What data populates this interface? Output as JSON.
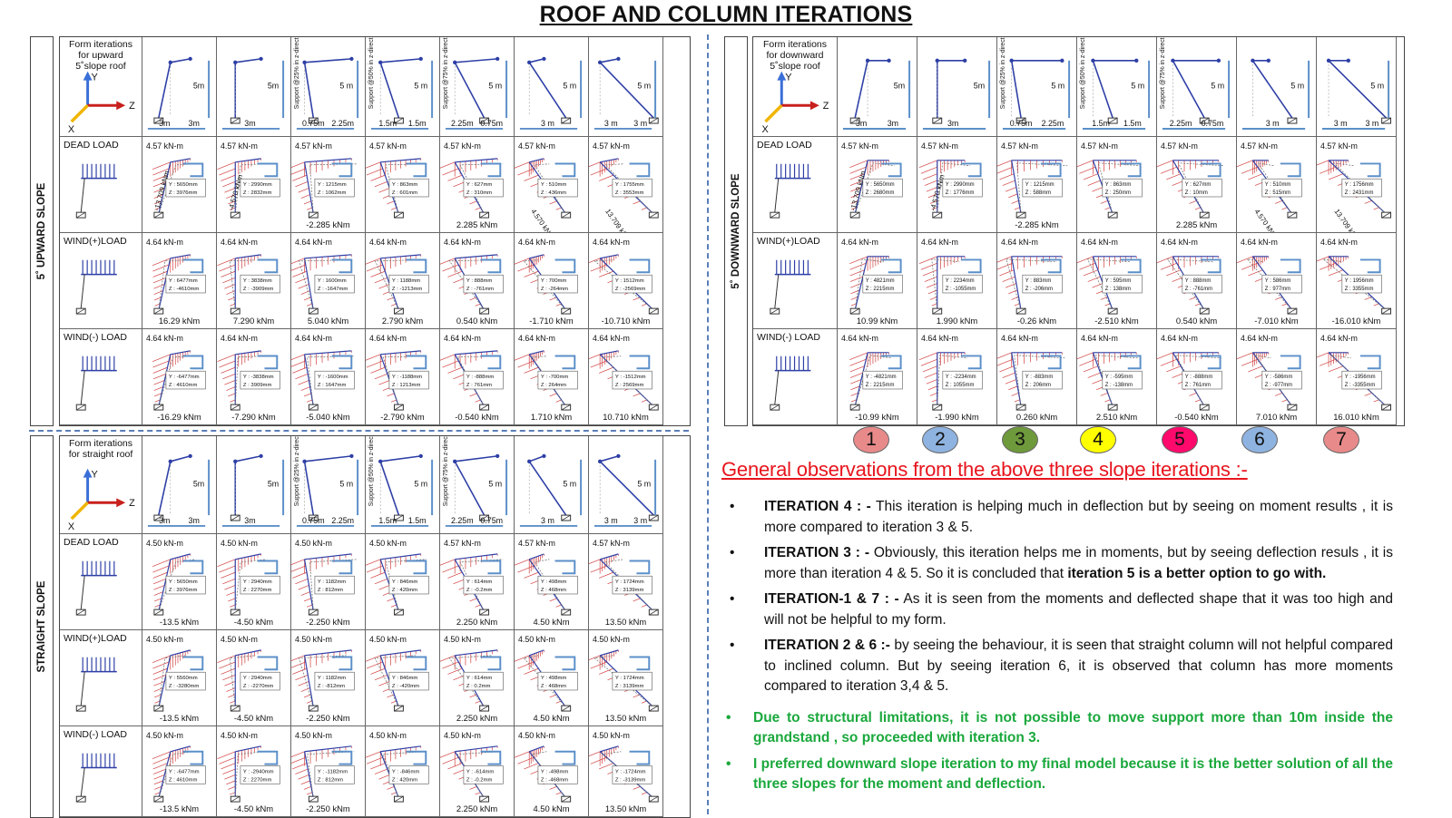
{
  "title": "ROOF AND COLUMN ITERATIONS",
  "colors": {
    "accent_red": "#e8141d",
    "green": "#1aa83c",
    "frame_blue": "#2e3fa6",
    "dim_blue": "#5b8fc9",
    "diagram_red": "#d23c3c"
  },
  "panels": [
    {
      "id": "upward",
      "side_label": "5˚ UPWARD SLOPE",
      "form_label": [
        "Form iterations",
        "for upward",
        "5˚slope roof"
      ],
      "axes": {
        "y": "Y",
        "z": "Z",
        "x": "X"
      },
      "form_dims": [
        {
          "left": "3m",
          "right": "3m",
          "h": "5m",
          "side": ""
        },
        {
          "left": "3m",
          "right": "",
          "h": "5m",
          "side": ""
        },
        {
          "left": "0.75m",
          "right": "2.25m",
          "h": "5 m",
          "side": "Support @25% in z-direction"
        },
        {
          "left": "1.5m",
          "right": "1.5m",
          "h": "5 m",
          "side": "Support @50% in z-direction"
        },
        {
          "left": "2.25m",
          "right": "0.75m",
          "h": "5 m",
          "side": "Support @75% in z-direction"
        },
        {
          "left": "3 m",
          "right": "",
          "h": "5 m",
          "side": ""
        },
        {
          "left": "3 m",
          "right": "3 m",
          "h": "5 m",
          "side": ""
        }
      ],
      "rows": [
        {
          "label": "DEAD LOAD",
          "cells": [
            {
              "top": "4.57 kN-m",
              "side": "-13.709 kNm",
              "bottom": "",
              "y": "Y : 5650mm",
              "z": "Z : 3976mm"
            },
            {
              "top": "4.57 kN-m",
              "side": "-4.570 kNm",
              "bottom": "",
              "y": "Y : 2990mm",
              "z": "Z : 2832mm"
            },
            {
              "top": "4.57 kN-m",
              "side": "",
              "bottom": "-2.285 kNm",
              "y": "Y : 1215mm",
              "z": "Z : 1062mm"
            },
            {
              "top": "4.57 kN-m",
              "side": "",
              "bottom": "",
              "y": "Y : 863mm",
              "z": "Z : 601mm"
            },
            {
              "top": "4.57 kN-m",
              "side": "",
              "bottom": "2.285 kNm",
              "y": "Y : 627mm",
              "z": "Z : 310mm"
            },
            {
              "top": "4.57 kN-m",
              "side": "4.570 kNm",
              "bottom": "",
              "y": "Y : 510mm",
              "z": "Z : 436mm"
            },
            {
              "top": "4.57 kN-m",
              "side": "13.709 kNm",
              "bottom": "",
              "y": "Y : 1755mm",
              "z": "Z : 3553mm"
            }
          ]
        },
        {
          "label": "WIND(+)LOAD",
          "cells": [
            {
              "top": "4.64 kN-m",
              "side": "",
              "bottom": "16.29 kNm",
              "y": "Y : 6477mm",
              "z": "Z : -4610mm"
            },
            {
              "top": "4.64 kN-m",
              "side": "",
              "bottom": "7.290 kNm",
              "y": "Y : 3838mm",
              "z": "Z : -3909mm"
            },
            {
              "top": "4.64 kN-m",
              "side": "",
              "bottom": "5.040 kNm",
              "y": "Y : 1600mm",
              "z": "Z : -1647mm"
            },
            {
              "top": "4.64 kN-m",
              "side": "",
              "bottom": "2.790 kNm",
              "y": "Y : 1188mm",
              "z": "Z : -1213mm"
            },
            {
              "top": "4.64 kN-m",
              "side": "",
              "bottom": "0.540 kNm",
              "y": "Y : 888mm",
              "z": "Z : -761mm"
            },
            {
              "top": "4.64 kN-m",
              "side": "",
              "bottom": "-1.710 kNm",
              "y": "Y : 700mm",
              "z": "Z : -264mm"
            },
            {
              "top": "4.64 kN-m",
              "side": "",
              "bottom": "-10.710 kNm",
              "y": "Y : 1512mm",
              "z": "Z : -2569mm"
            }
          ]
        },
        {
          "label": "WIND(-) LOAD",
          "cells": [
            {
              "top": "4.64 kN-m",
              "side": "",
              "bottom": "-16.29 kNm",
              "y": "Y : -6477mm",
              "z": "Z : 4610mm"
            },
            {
              "top": "4.64 kN-m",
              "side": "",
              "bottom": "-7.290 kNm",
              "y": "Y : -3838mm",
              "z": "Z : 3909mm"
            },
            {
              "top": "4.64 kN-m",
              "side": "",
              "bottom": "-5.040 kNm",
              "y": "Y : -1600mm",
              "z": "Z : 1647mm"
            },
            {
              "top": "4.64 kN-m",
              "side": "",
              "bottom": "-2.790 kNm",
              "y": "Y : -1188mm",
              "z": "Z : 1213mm"
            },
            {
              "top": "4.64 kN-m",
              "side": "",
              "bottom": "-0.540 kNm",
              "y": "Y : -888mm",
              "z": "Z : 761mm"
            },
            {
              "top": "4.64 kN-m",
              "side": "",
              "bottom": "1.710 kNm",
              "y": "Y : -700mm",
              "z": "Z : 264mm"
            },
            {
              "top": "4.64 kN-m",
              "side": "",
              "bottom": "10.710 kNm",
              "y": "Y : -1512mm",
              "z": "Z : 2569mm"
            }
          ]
        }
      ]
    },
    {
      "id": "downward",
      "side_label": "5˚ DOWNWARD SLOPE",
      "form_label": [
        "Form iterations",
        "for downward",
        "5˚slope roof"
      ],
      "axes": {
        "y": "Y",
        "z": "Z",
        "x": "X"
      },
      "form_dims": [
        {
          "left": "3m",
          "right": "3m",
          "h": "5m",
          "side": ""
        },
        {
          "left": "3m",
          "right": "",
          "h": "5m",
          "side": ""
        },
        {
          "left": "0.75m",
          "right": "2.25m",
          "h": "5 m",
          "side": "Support @25% in z-direction"
        },
        {
          "left": "1.5m",
          "right": "1.5m",
          "h": "5 m",
          "side": "Support @50% in z-direction"
        },
        {
          "left": "2.25m",
          "right": "0.75m",
          "h": "5 m",
          "side": "Support @75% in z-direction"
        },
        {
          "left": "3 m",
          "right": "",
          "h": "5 m",
          "side": ""
        },
        {
          "left": "3 m",
          "right": "3 m",
          "h": "5 m",
          "side": ""
        }
      ],
      "rows": [
        {
          "label": "DEAD LOAD",
          "cells": [
            {
              "top": "4.57 kN-m",
              "side": "-13.709 kNm",
              "bottom": "",
              "y": "Y : 5650mm",
              "z": "Z : 2680mm"
            },
            {
              "top": "4.57 kN-m",
              "side": "-4.570 kNm",
              "bottom": "",
              "y": "Y : 2990mm",
              "z": "Z : 1776mm"
            },
            {
              "top": "4.57 kN-m",
              "side": "",
              "bottom": "-2.285 kNm",
              "y": "Y : 1215mm",
              "z": "Z : 588mm"
            },
            {
              "top": "4.57 kN-m",
              "side": "",
              "bottom": "",
              "y": "Y : 863mm",
              "z": "Z : 250mm"
            },
            {
              "top": "4.57 kN-m",
              "side": "",
              "bottom": "2.285 kNm",
              "y": "Y : 627mm",
              "z": "Z : 10mm"
            },
            {
              "top": "4.57 kN-m",
              "side": "4.570 kNm",
              "bottom": "",
              "y": "Y : 510mm",
              "z": "Z : 515mm"
            },
            {
              "top": "4.57 kN-m",
              "side": "13.709 kNm",
              "bottom": "",
              "y": "Y : 1756mm",
              "z": "Z : 2431mm"
            }
          ]
        },
        {
          "label": "WIND(+)LOAD",
          "cells": [
            {
              "top": "4.64 kN-m",
              "side": "",
              "bottom": "10.99 kNm",
              "y": "Y : 4821mm",
              "z": "Z : 2215mm"
            },
            {
              "top": "4.64 kN-m",
              "side": "",
              "bottom": "1.990 kNm",
              "y": "Y : 2234mm",
              "z": "Z : -1055mm"
            },
            {
              "top": "4.64 kN-m",
              "side": "",
              "bottom": "-0.26 kNm",
              "y": "Y : 883mm",
              "z": "Z : -206mm"
            },
            {
              "top": "4.64 kN-m",
              "side": "",
              "bottom": "-2.510 kNm",
              "y": "Y : 595mm",
              "z": "Z : 138mm"
            },
            {
              "top": "4.64 kN-m",
              "side": "",
              "bottom": "0.540 kNm",
              "y": "Y : 888mm",
              "z": "Z : -761mm"
            },
            {
              "top": "4.64 kN-m",
              "side": "",
              "bottom": "-7.010 kNm",
              "y": "Y : 586mm",
              "z": "Z : 977mm"
            },
            {
              "top": "4.64 kN-m",
              "side": "",
              "bottom": "-16.010 kNm",
              "y": "Y : 1956mm",
              "z": "Z : 3355mm"
            }
          ]
        },
        {
          "label": "WIND(-) LOAD",
          "cells": [
            {
              "top": "4.64 kN-m",
              "side": "",
              "bottom": "-10.99 kNm",
              "y": "Y : -4821mm",
              "z": "Z : 2215mm"
            },
            {
              "top": "4.64 kN-m",
              "side": "",
              "bottom": "-1.990 kNm",
              "y": "Y : -2234mm",
              "z": "Z : 1055mm"
            },
            {
              "top": "4.64 kN-m",
              "side": "",
              "bottom": "0.260 kNm",
              "y": "Y : -883mm",
              "z": "Z : 206mm"
            },
            {
              "top": "4.64 kN-m",
              "side": "",
              "bottom": "2.510 kNm",
              "y": "Y : -595mm",
              "z": "Z : -138mm"
            },
            {
              "top": "4.64 kN-m",
              "side": "",
              "bottom": "-0.540 kNm",
              "y": "Y : -888mm",
              "z": "Z : 761mm"
            },
            {
              "top": "4.64 kN-m",
              "side": "",
              "bottom": "7.010 kNm",
              "y": "Y : -586mm",
              "z": "Z : -977mm"
            },
            {
              "top": "4.64 kN-m",
              "side": "",
              "bottom": "16.010 kNm",
              "y": "Y : -1956mm",
              "z": "Z : -3355mm"
            }
          ]
        }
      ]
    },
    {
      "id": "straight",
      "side_label": "STRAIGHT SLOPE",
      "form_label": [
        "Form iterations",
        "for straight roof"
      ],
      "axes": {
        "y": "Y",
        "z": "Z",
        "x": "X"
      },
      "form_dims": [
        {
          "left": "3m",
          "right": "3m",
          "h": "5m",
          "side": ""
        },
        {
          "left": "3m",
          "right": "",
          "h": "5m",
          "side": ""
        },
        {
          "left": "0.75m",
          "right": "2.25m",
          "h": "5 m",
          "side": "Support @25% in z-direction"
        },
        {
          "left": "1.5m",
          "right": "1.5m",
          "h": "5 m",
          "side": "Support @50% in z-direction"
        },
        {
          "left": "2.25m",
          "right": "0.75m",
          "h": "5 m",
          "side": "Support @75% in z-direction"
        },
        {
          "left": "3 m",
          "right": "",
          "h": "5 m",
          "side": ""
        },
        {
          "left": "3 m",
          "right": "3 m",
          "h": "5 m",
          "side": ""
        }
      ],
      "rows": [
        {
          "label": "DEAD LOAD",
          "cells": [
            {
              "top": "4.50 kN-m",
              "side": "",
              "bottom": "-13.5 kNm",
              "y": "Y : 5650mm",
              "z": "Z : 3976mm"
            },
            {
              "top": "4.50 kN-m",
              "side": "",
              "bottom": "-4.50 kNm",
              "y": "Y : 2940mm",
              "z": "Z : 2270mm"
            },
            {
              "top": "4.50 kN-m",
              "side": "",
              "bottom": "-2.250 kNm",
              "y": "Y : 1182mm",
              "z": "Z : 812mm"
            },
            {
              "top": "4.50 kN-m",
              "side": "",
              "bottom": "",
              "y": "Y : 846mm",
              "z": "Z : 420mm"
            },
            {
              "top": "4.57 kN-m",
              "side": "",
              "bottom": "2.250 kNm",
              "y": "Y : 614mm",
              "z": "Z : -0.2mm"
            },
            {
              "top": "4.57 kN-m",
              "side": "",
              "bottom": "4.50 kNm",
              "y": "Y : 498mm",
              "z": "Z : 468mm"
            },
            {
              "top": "4.57 kN-m",
              "side": "",
              "bottom": "13.50 kNm",
              "y": "Y : 1724mm",
              "z": "Z : 3139mm"
            }
          ]
        },
        {
          "label": "WIND(+)LOAD",
          "cells": [
            {
              "top": "4.50 kN-m",
              "side": "",
              "bottom": "-13.5 kNm",
              "y": "Y : 5560mm",
              "z": "Z : -3280mm"
            },
            {
              "top": "4.50 kN-m",
              "side": "",
              "bottom": "-4.50 kNm",
              "y": "Y : 2940mm",
              "z": "Z : -2270mm"
            },
            {
              "top": "4.50 kN-m",
              "side": "",
              "bottom": "-2.250 kNm",
              "y": "Y : 1182mm",
              "z": "Z : -812mm"
            },
            {
              "top": "4.50 kN-m",
              "side": "",
              "bottom": "",
              "y": "Y : 846mm",
              "z": "Z : -420mm"
            },
            {
              "top": "4.50 kN-m",
              "side": "",
              "bottom": "2.250 kNm",
              "y": "Y : 614mm",
              "z": "Z : 0.2mm"
            },
            {
              "top": "4.50 kN-m",
              "side": "",
              "bottom": "4.50 kNm",
              "y": "Y : 498mm",
              "z": "Z : 468mm"
            },
            {
              "top": "4.50 kN-m",
              "side": "",
              "bottom": "13.50 kNm",
              "y": "Y : 1724mm",
              "z": "Z : 3139mm"
            }
          ]
        },
        {
          "label": "WIND(-) LOAD",
          "cells": [
            {
              "top": "4.50 kN-m",
              "side": "",
              "bottom": "-13.5 kNm",
              "y": "Y : -6477mm",
              "z": "Z : 4610mm"
            },
            {
              "top": "4.50 kN-m",
              "side": "",
              "bottom": "-4.50 kNm",
              "y": "Y : -2940mm",
              "z": "Z : 2270mm"
            },
            {
              "top": "4.50 kN-m",
              "side": "",
              "bottom": "-2.250 kNm",
              "y": "Y : -1182mm",
              "z": "Z : 812mm"
            },
            {
              "top": "4.50 kN-m",
              "side": "",
              "bottom": "",
              "y": "Y : -846mm",
              "z": "Z : 420mm"
            },
            {
              "top": "4.50 kN-m",
              "side": "",
              "bottom": "2.250 kNm",
              "y": "Y : -614mm",
              "z": "Z : -0.2mm"
            },
            {
              "top": "4.50 kN-m",
              "side": "",
              "bottom": "4.50 kNm",
              "y": "Y : -498mm",
              "z": "Z : -468mm"
            },
            {
              "top": "4.50 kN-m",
              "side": "",
              "bottom": "13.50 kNm",
              "y": "Y : -1724mm",
              "z": "Z : -3139mm"
            }
          ]
        }
      ]
    }
  ],
  "iteration_numbers": [
    {
      "label": "1",
      "color": "#e88a8a"
    },
    {
      "label": "2",
      "color": "#8fb3e0"
    },
    {
      "label": "3",
      "color": "#6f9a3c"
    },
    {
      "label": "4",
      "color": "#ffff00"
    },
    {
      "label": "5",
      "color": "#ff0a6c"
    },
    {
      "label": "6",
      "color": "#8fb3e0"
    },
    {
      "label": "7",
      "color": "#e88a8a"
    }
  ],
  "observations": {
    "title": "General observations from the above three slope iterations :-",
    "items": [
      {
        "bullet": "•",
        "lead": "ITERATION 4  : -",
        "text": " This iteration is helping much in deflection but by seeing on moment results , it is more compared to iteration 3 & 5.",
        "bold_tail": ""
      },
      {
        "bullet": "•",
        "lead": "ITERATION 3 : -",
        "text": " Obviously, this iteration helps me in moments, but by seeing deflection resuls , it is more than iteration 4 & 5. So it is concluded that ",
        "bold_tail": "iteration 5 is a better option to go with."
      },
      {
        "bullet": "•",
        "lead": "ITERATION-1 & 7 : -",
        "text": " As it is seen from the moments and deflected shape that it was too high and will not be helpful to my form.",
        "bold_tail": ""
      },
      {
        "bullet": "•",
        "lead": "ITERATION 2 & 6 :-",
        "text": " by seeing the behaviour, it is seen that straight column will not helpful compared to inclined column. But by seeing iteration 6, it is observed that column has more moments compared to iteration 3,4 & 5.",
        "bold_tail": ""
      }
    ],
    "green_items": [
      {
        "bullet": "•",
        "text": "Due to structural limitations, it is not possible to move support more than 10m inside the grandstand , so proceeded with iteration 3."
      },
      {
        "bullet": "•",
        "text": "I preferred downward slope iteration to my final model because it is the better solution of all the three slopes for the moment and deflection."
      }
    ]
  }
}
